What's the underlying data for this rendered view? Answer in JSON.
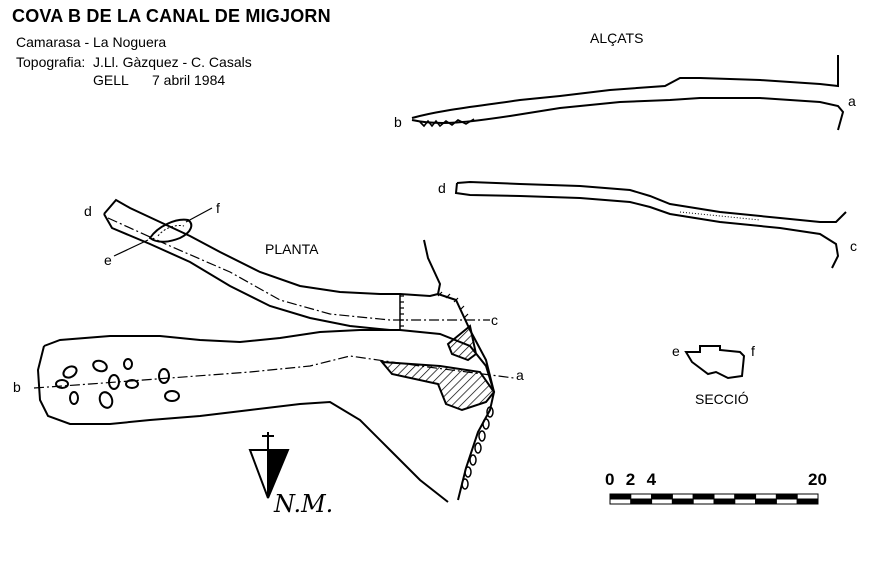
{
  "header": {
    "title": "COVA B DE LA CANAL DE MIGJORN",
    "location": "Camarasa - La Noguera",
    "survey_label": "Topografia:",
    "surveyors": "J.Ll. Gàzquez - C. Casals",
    "group": "GELL",
    "date": "7 abril 1984"
  },
  "sections": {
    "elevations": "ALÇATS",
    "plan": "PLANTA",
    "cross_section": "SECCIÓ"
  },
  "profile_points": {
    "a": "a",
    "b": "b",
    "c": "c",
    "d": "d",
    "e": "e",
    "f": "f"
  },
  "north_label": "N.M.",
  "scale": {
    "ticks": [
      "0",
      "2",
      "4",
      "20"
    ],
    "tick_values": [
      0,
      2,
      4,
      20
    ],
    "max": 20,
    "segments": 10
  },
  "colors": {
    "ink": "#000000",
    "paper": "#ffffff"
  }
}
